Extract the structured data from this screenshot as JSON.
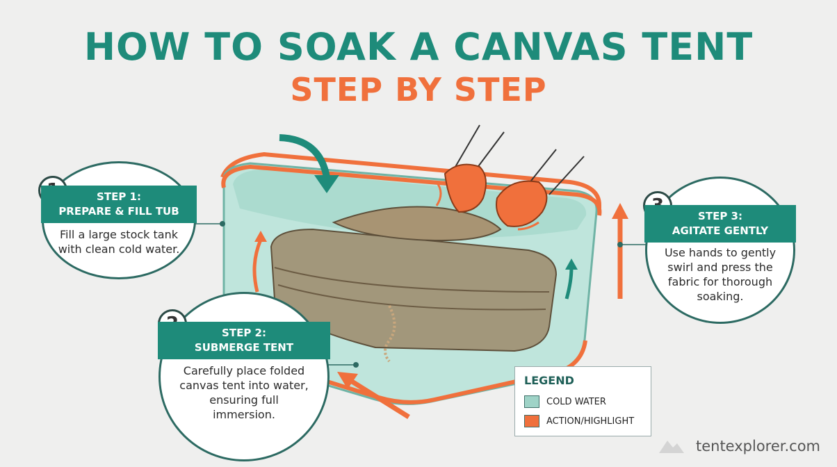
{
  "title": {
    "main": "HOW TO SOAK A CANVAS TENT",
    "sub": "STEP BY STEP"
  },
  "steps": [
    {
      "number": "1",
      "heading_line1": "STEP 1:",
      "heading_line2": "PREPARE & FILL TUB",
      "text_lines": [
        "Fill a large stock tank",
        "with clean cold water."
      ]
    },
    {
      "number": "2",
      "heading_line1": "STEP 2:",
      "heading_line2": "SUBMERGE TENT",
      "text_lines": [
        "Carefully place folded",
        "canvas tent into water,",
        "ensuring full",
        "immersion."
      ]
    },
    {
      "number": "3",
      "heading_line1": "STEP 3:",
      "heading_line2": "AGITATE GENTLY",
      "text_lines": [
        "Use hands to gently",
        "swirl and press the",
        "fabric for thorough",
        "soaking."
      ]
    }
  ],
  "legend": {
    "title": "LEGEND",
    "items": [
      {
        "label": "COLD WATER",
        "color": "#9fd3c7"
      },
      {
        "label": "ACTION/HIGHLIGHT",
        "color": "#f0703c"
      }
    ]
  },
  "watermark": "tentexplorer.com",
  "colors": {
    "teal": "#1e8b7a",
    "orange": "#f0703c",
    "water": "#9fd3c7",
    "canvas": "#9c8a6a"
  }
}
